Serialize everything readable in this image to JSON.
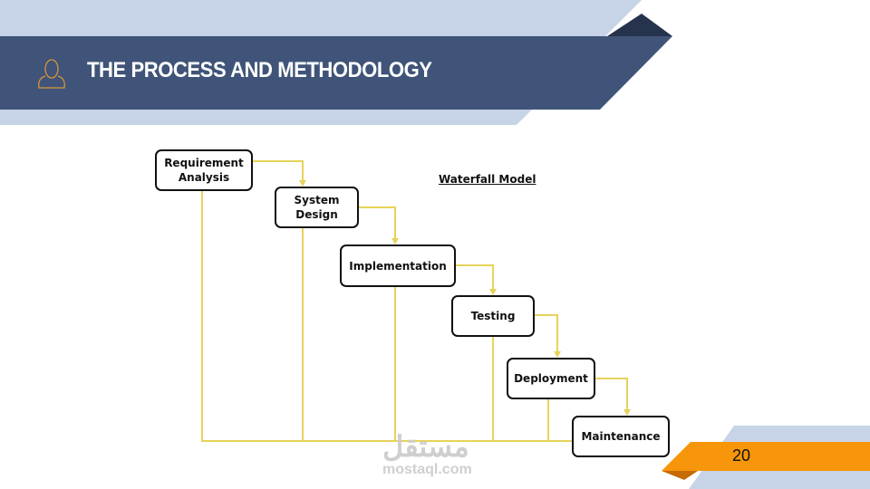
{
  "header": {
    "title": "THE PROCESS AND METHODOLOGY",
    "icon": "user-icon"
  },
  "diagram": {
    "title": "Waterfall Model",
    "steps": [
      "Requirement Analysis",
      "System Design",
      "Implementation",
      "Testing",
      "Deployment",
      "Maintenance"
    ]
  },
  "footer": {
    "page_number": "20"
  },
  "watermark": {
    "arabic": "مستقل",
    "latin": "mostaql.com"
  },
  "colors": {
    "banner": "#3F5478",
    "banner_light": "#C7D4E7",
    "banner_dark": "#26334D",
    "accent": "#F7960A",
    "connector": "#E6D35A"
  }
}
